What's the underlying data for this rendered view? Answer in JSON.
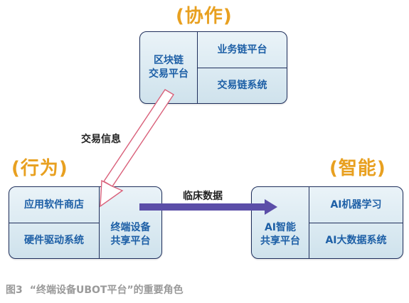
{
  "roles": {
    "collaboration": "(协作)",
    "behavior": "(行为)",
    "intelligence": "(智能)"
  },
  "top_box": {
    "left_label": "区块链\n交易平台",
    "right_top": "业务链平台",
    "right_bottom": "交易链系统"
  },
  "left_box": {
    "left_top": "应用软件商店",
    "left_bottom": "硬件驱动系统",
    "right_label": "终端设备\n共享平台"
  },
  "right_box": {
    "left_label": "AI智能\n共享平台",
    "right_top": "AI机器学习",
    "right_bottom": "AI大数据系统"
  },
  "edges": {
    "transaction_info": "交易信息",
    "clinical_data": "临床数据"
  },
  "colors": {
    "role_title": "#e8a020",
    "box_text": "#1d5fa6",
    "hollow_arrow": "#d9607a",
    "solid_arrow": "#5b4ea8"
  },
  "caption": {
    "figure_no": "图3",
    "text": "“终端设备UBOT平台”的重要角色"
  }
}
